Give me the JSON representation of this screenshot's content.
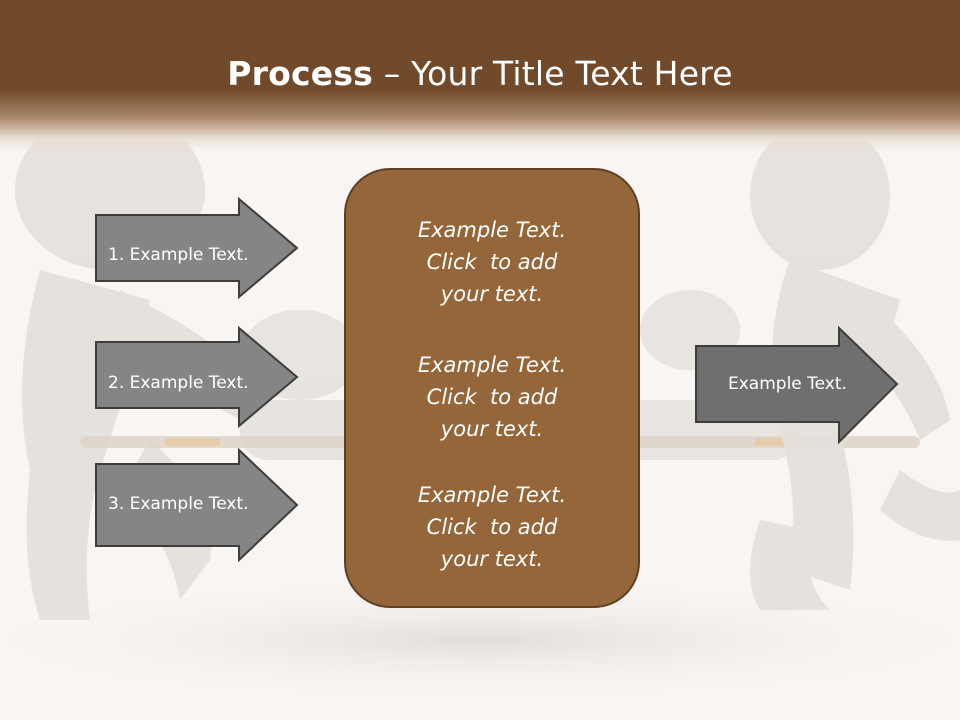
{
  "header": {
    "title_bold": "Process",
    "title_rest": " – Your Title Text Here"
  },
  "left_arrows": [
    {
      "label": "1. Example Text."
    },
    {
      "label": "2. Example Text."
    },
    {
      "label": "3. Example Text."
    }
  ],
  "center_box": {
    "paragraphs": [
      {
        "line1": "Example Text.",
        "line2": "Click  to add",
        "line3": "your text."
      },
      {
        "line1": "Example Text.",
        "line2": "Click  to add",
        "line3": "your text."
      },
      {
        "line1": "Example Text.",
        "line2": "Click  to add",
        "line3": "your text."
      }
    ]
  },
  "right_arrow": {
    "label": "Example Text."
  },
  "colors": {
    "header": "#704a2a",
    "box_fill": "#946639",
    "box_border": "#5c4024",
    "arrow_fill": "#858585",
    "arrow_border": "#3d3d3d"
  }
}
